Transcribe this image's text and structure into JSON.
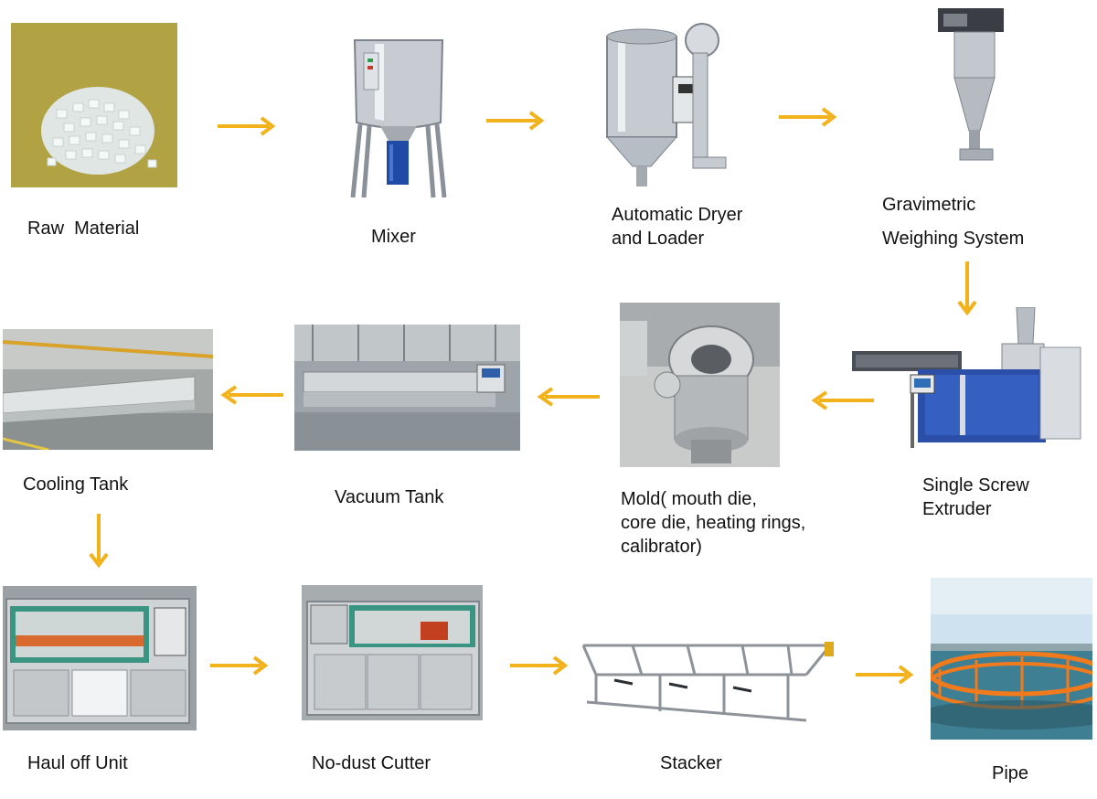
{
  "arrow_color": "#f2b21c",
  "steps": [
    {
      "id": "raw-material",
      "label": "Raw  Material",
      "icon": "plastic-granules-image"
    },
    {
      "id": "mixer",
      "label": "Mixer",
      "icon": "mixer-machine-image"
    },
    {
      "id": "dryer",
      "label": "Automatic Dryer\nand Loader",
      "icon": "dryer-loader-image"
    },
    {
      "id": "gravimetric",
      "label": "Gravimetric\nWeighing System",
      "icon": "cyclone-hopper-image"
    },
    {
      "id": "extruder",
      "label": "Single Screw\nExtruder",
      "icon": "extruder-machine-image"
    },
    {
      "id": "mold",
      "label": "Mold( mouth die,\ncore die, heating rings,\ncalibrator)",
      "icon": "mold-die-image"
    },
    {
      "id": "vacuum",
      "label": "Vacuum Tank",
      "icon": "vacuum-tank-image"
    },
    {
      "id": "cooling",
      "label": "Cooling Tank",
      "icon": "cooling-tank-image"
    },
    {
      "id": "hauloff",
      "label": "Haul off Unit",
      "icon": "haul-off-machine-image"
    },
    {
      "id": "cutter",
      "label": "No-dust Cutter",
      "icon": "cutter-machine-image"
    },
    {
      "id": "stacker",
      "label": "Stacker",
      "icon": "stacker-rack-image"
    },
    {
      "id": "pipe",
      "label": "Pipe",
      "icon": "fish-cage-pipe-image"
    }
  ]
}
